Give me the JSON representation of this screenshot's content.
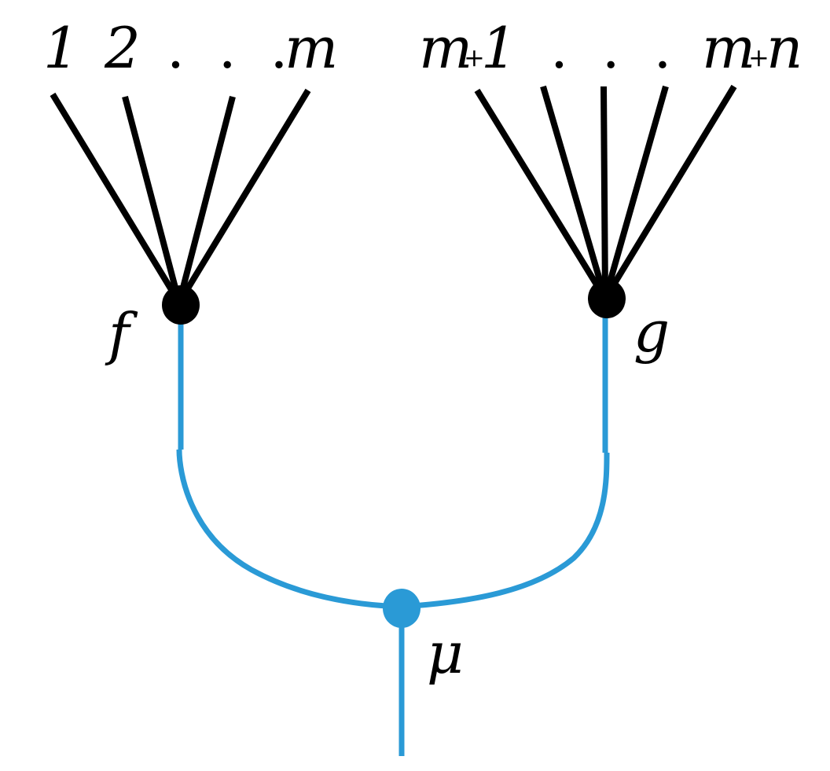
{
  "diagram": {
    "left_inputs": {
      "label_1": "1",
      "label_2": "2",
      "dots": ". . .",
      "label_m": "m"
    },
    "right_inputs": {
      "label_m": "m",
      "plus": "+",
      "label_1": "1",
      "dots": ". . .",
      "label_m2": "m",
      "plus2": "+",
      "label_n": "n"
    },
    "nodes": {
      "f": "f",
      "g": "g",
      "mu": "μ"
    },
    "colors": {
      "input_wires": "#000000",
      "tree_wires": "#2a9ad6",
      "node_f": "#000000",
      "node_g": "#000000",
      "node_mu": "#2a9ad6"
    }
  }
}
